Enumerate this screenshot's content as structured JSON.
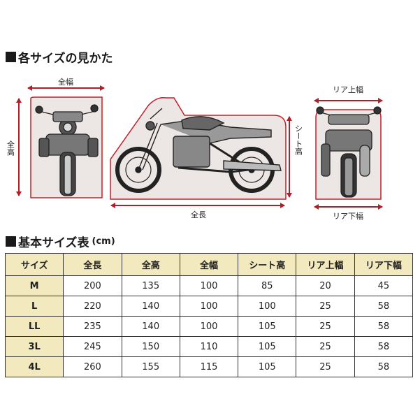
{
  "section1": {
    "title": "各サイズの見かた"
  },
  "diagram": {
    "front": {
      "width_label": "全幅",
      "height_label": "全高"
    },
    "side": {
      "length_label": "全長",
      "seat_height_label": "シート高"
    },
    "rear": {
      "upper_width_label": "リア上幅",
      "lower_width_label": "リア下幅"
    },
    "colors": {
      "arrow": "#b01e28",
      "outline": "#c0202a",
      "cover_fill": "#ece6e4"
    }
  },
  "section2": {
    "title": "基本サイズ表",
    "unit": "(cm)"
  },
  "table": {
    "headers": [
      "サイズ",
      "全長",
      "全高",
      "全幅",
      "シート高",
      "リア上幅",
      "リア下幅"
    ],
    "rows": [
      [
        "M",
        "200",
        "135",
        "100",
        "85",
        "20",
        "45"
      ],
      [
        "L",
        "220",
        "140",
        "100",
        "100",
        "25",
        "58"
      ],
      [
        "LL",
        "235",
        "140",
        "100",
        "105",
        "25",
        "58"
      ],
      [
        "3L",
        "245",
        "150",
        "110",
        "105",
        "25",
        "58"
      ],
      [
        "4L",
        "260",
        "155",
        "115",
        "105",
        "25",
        "58"
      ]
    ],
    "header_color": "#f3e9bf"
  }
}
